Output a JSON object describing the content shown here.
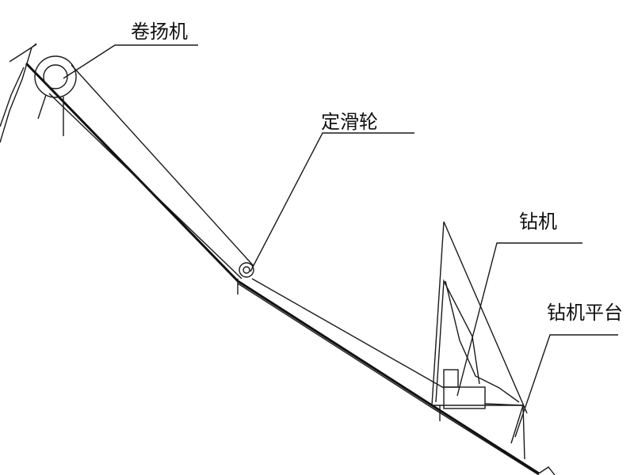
{
  "labels": {
    "winch": "卷扬机",
    "fixed_pulley": "定滑轮",
    "drill": "钻机",
    "drill_platform": "钻机平台"
  },
  "colors": {
    "line": "#1a1a1a",
    "background": "#ffffff"
  }
}
